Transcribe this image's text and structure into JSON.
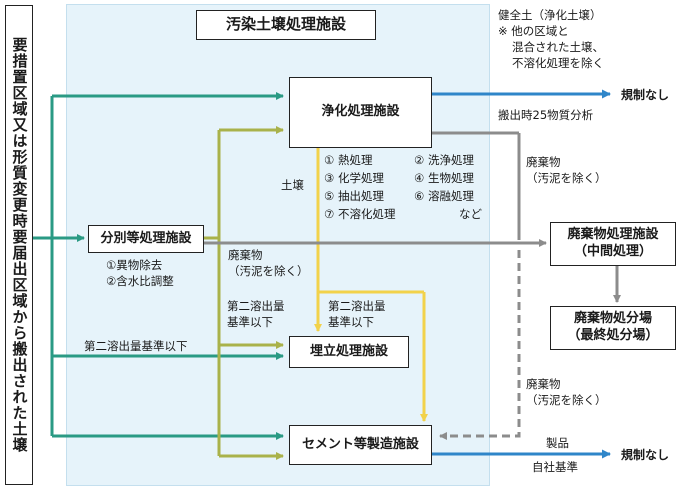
{
  "facility_title": "汚染土壌処理施設",
  "source_label": "要措置区域又は形質変更時要届出区域から搬出された土壌",
  "boxes": {
    "purification": "浄化処理施設",
    "sorting": "分別等処理施設",
    "landfill": "埋立処理施設",
    "cement": "セメント等製造施設",
    "waste_intermediate_line1": "廃棄物処理施設",
    "waste_intermediate_line2": "（中間処理）",
    "waste_final_line1": "廃棄物処分場",
    "waste_final_line2": "（最終処分場）"
  },
  "purification_methods": [
    "① 熱処理",
    "② 洗浄処理",
    "③ 化学処理",
    "④ 生物処理",
    "⑤ 抽出処理",
    "⑥ 溶融処理",
    "⑦ 不溶化処理",
    "など"
  ],
  "sorting_notes": [
    "①異物除去",
    "②含水比調整"
  ],
  "top_note": [
    "健全土（浄化土壌）",
    "※ 他の区域と",
    "混合された土壌、",
    "不溶化処理を除く"
  ],
  "labels": {
    "no_regulation_top": "規制なし",
    "no_regulation_bottom": "規制なし",
    "analysis": "搬出時25物質分析",
    "soil": "土壌",
    "waste_right_1": "廃棄物",
    "waste_right_2": "（汚泥を除く）",
    "waste_mid_1": "廃棄物",
    "waste_mid_2": "（汚泥を除く）",
    "waste_low_1": "廃棄物",
    "waste_low_2": "（汚泥を除く）",
    "elution_left_1": "第二溶出量",
    "elution_left_2": "基準以下",
    "elution_right_1": "第二溶出量",
    "elution_right_2": "基準以下",
    "elution_main": "第二溶出量基準以下",
    "product": "製品",
    "company_standard": "自社基準"
  },
  "colors": {
    "teal": "#2a9a84",
    "olive": "#a9b24a",
    "yellow": "#f2d24a",
    "gray": "#8c8c8c",
    "blue": "#2f86c9",
    "region": "#e6f3fa"
  }
}
